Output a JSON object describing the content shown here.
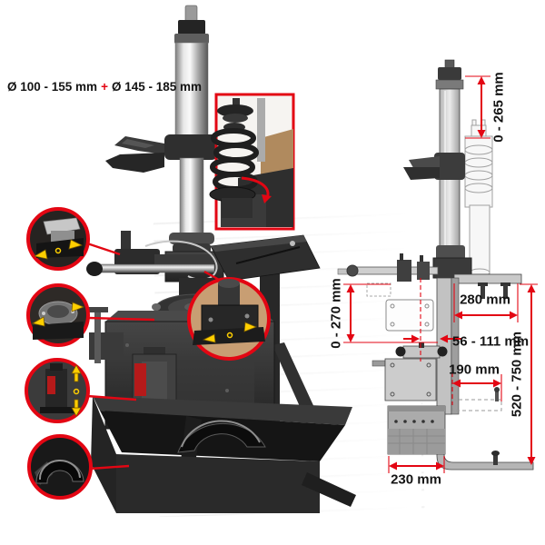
{
  "header": {
    "range_a": "Ø 100 - 155 mm",
    "plus": "+",
    "range_b": "Ø 145 - 185 mm"
  },
  "dims": {
    "spindle_travel": "0 - 265 mm",
    "arm_width": "280 mm",
    "jaw_range": "56 - 111 mm",
    "table_travel": "0 - 270 mm",
    "support_depth": "190 mm",
    "working_height": "520 - 750 mm",
    "base_width": "230 mm"
  },
  "colors": {
    "accent_red": "#e30613",
    "indicator_yellow": "#ffcf00",
    "text": "#141414"
  },
  "icons": {
    "adjust_horizontal_arrows": "yellow left/right adjustment arrows",
    "adjust_vertical_arrows": "yellow up/down adjustment arrows",
    "dimension_arrow": "red double-headed dimension arrow"
  }
}
